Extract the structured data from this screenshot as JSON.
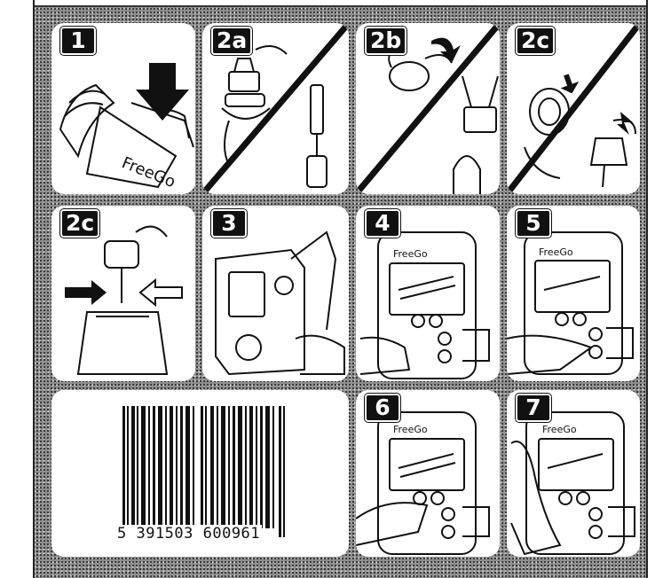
{
  "panels": [
    {
      "id": "p1",
      "label": "1",
      "caption": "FreeGo"
    },
    {
      "id": "p2a",
      "label": "2a"
    },
    {
      "id": "p2b",
      "label": "2b"
    },
    {
      "id": "p2c",
      "label": "2c"
    },
    {
      "id": "p2c2",
      "label": "2c"
    },
    {
      "id": "p3",
      "label": "3"
    },
    {
      "id": "p4",
      "label": "4",
      "device_brand": "FreeGo"
    },
    {
      "id": "p5",
      "label": "5",
      "device_brand": "FreeGo"
    },
    {
      "id": "p6",
      "label": "6",
      "device_brand": "FreeGo"
    },
    {
      "id": "p7",
      "label": "7",
      "device_brand": "FreeGo"
    }
  ],
  "barcode": {
    "digits": "5 391503 600961"
  },
  "colors": {
    "ink": "#111111",
    "paper": "#ffffff",
    "halftone": "#8e8e8e"
  }
}
